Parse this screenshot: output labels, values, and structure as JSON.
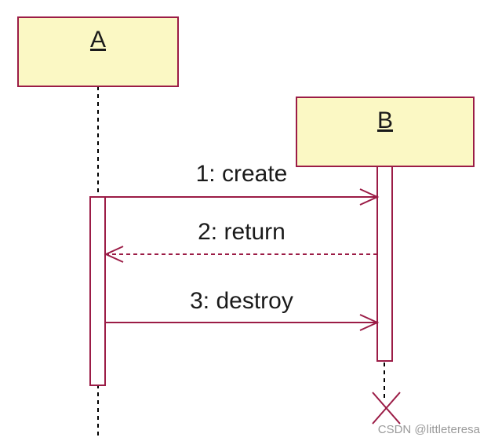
{
  "lifelines": [
    {
      "id": "A",
      "name": "A"
    },
    {
      "id": "B",
      "name": "B"
    }
  ],
  "messages": [
    {
      "label": "1: create",
      "from": "A",
      "to": "B",
      "style": "solid"
    },
    {
      "label": "2: return",
      "from": "B",
      "to": "A",
      "style": "dashed"
    },
    {
      "label": "3: destroy",
      "from": "A",
      "to": "B",
      "style": "solid"
    }
  ],
  "colors": {
    "box_fill": "#fbf8c4",
    "line": "#9b1c46",
    "text": "#1a1a1a"
  },
  "watermark": "CSDN @littleteresa"
}
